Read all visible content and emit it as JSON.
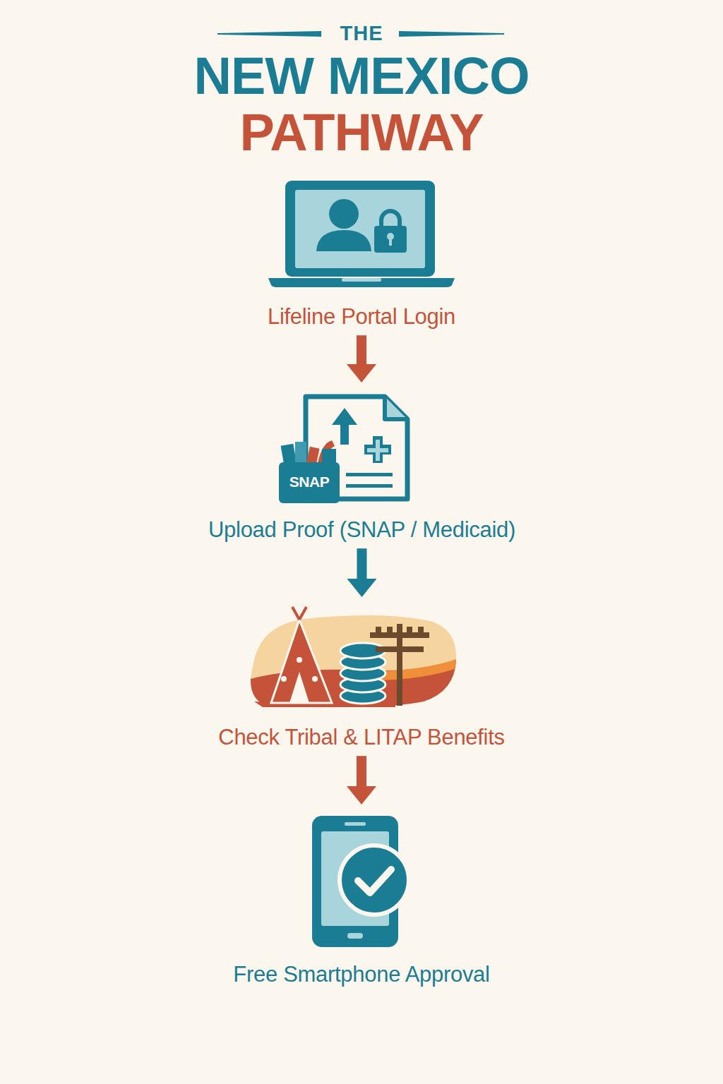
{
  "diagram": {
    "title": "NEW MEXICO PATHWAY",
    "nodes": [
      {
        "text": [
          "Lifeline Portal Login"
        ]
      },
      {
        "text": [
          "Upload Proof (SNAP / Medicaid)"
        ]
      },
      {
        "text": [
          "Check Tribal & LITAP Benefits"
        ]
      },
      {
        "text": [
          "Free Smartphone Approval"
        ]
      }
    ],
    "edges": [
      {
        "from": 0,
        "to": 1,
        "arrow": "to"
      },
      {
        "from": 1,
        "to": 2,
        "arrow": "to"
      },
      {
        "from": 2,
        "to": 3,
        "arrow": "to"
      }
    ],
    "labels": [
      "THE",
      "SNAP"
    ]
  }
}
